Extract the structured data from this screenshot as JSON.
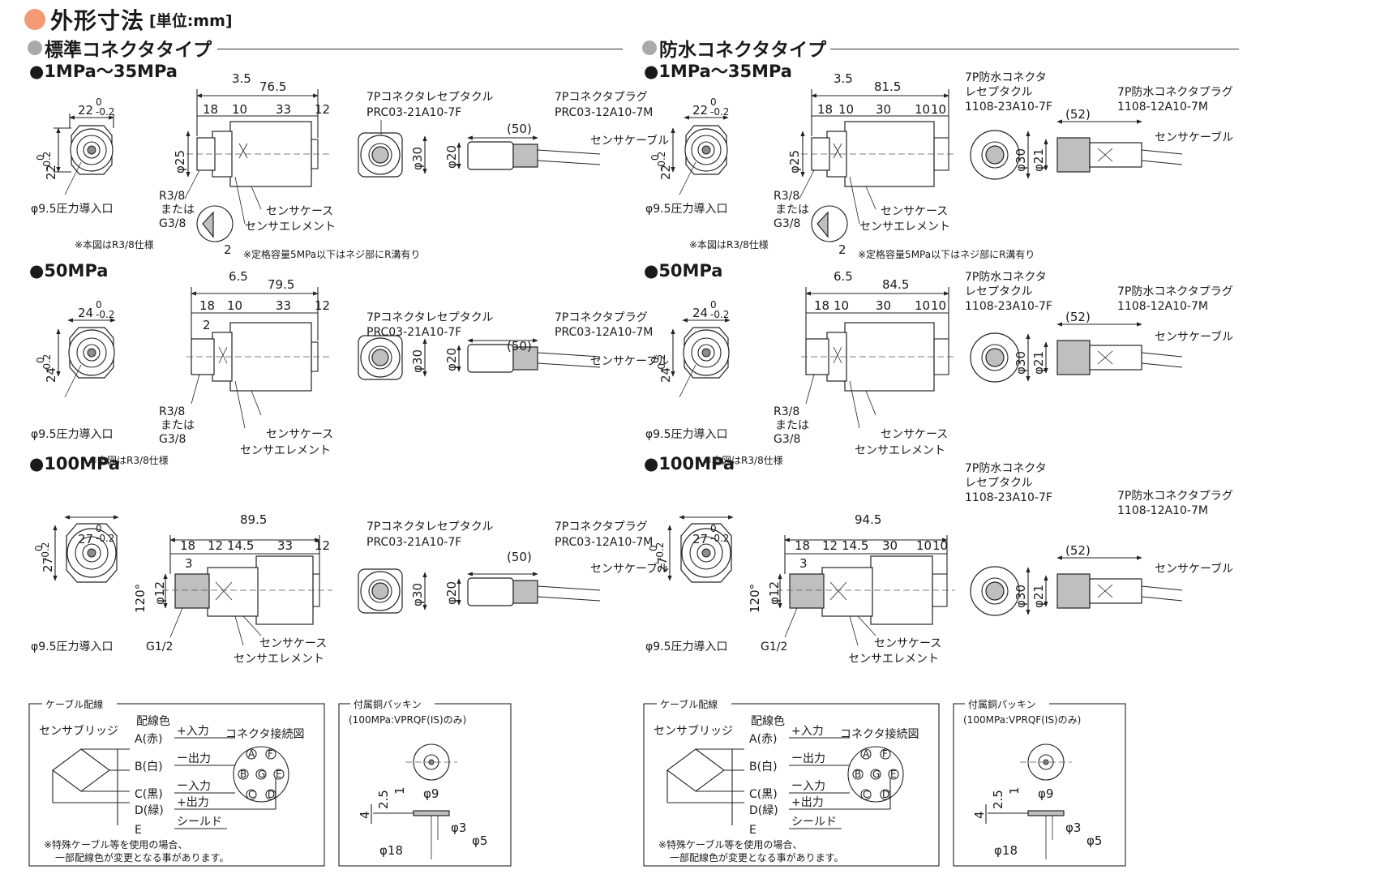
{
  "header": {
    "title": "外形寸法",
    "unit": "[単位:mm]",
    "accent_color": "#f29a76",
    "section_dot_color": "#aaaaaa"
  },
  "panels": [
    {
      "title": "標準コネクタタイプ",
      "rows": [
        {
          "range": "●1MPa～35MPa",
          "hex_label": "22",
          "tol_top": "0",
          "tol_bottom": "-0.2",
          "total": "76.5",
          "step": "3.5",
          "segments": [
            "18",
            "10",
            "33",
            "12"
          ],
          "body_dia": "φ25",
          "port": "φ9.5圧力導入口",
          "thread": [
            "R3/8",
            "または",
            "G3/8"
          ],
          "case": "センサケース",
          "element": "センサエレメント",
          "note1": "※本図はR3/8仕様",
          "note2": "※定格容量5MPa以下はネジ部にR溝有り",
          "groove": "2",
          "receptacle": [
            "7Pコネクタレセプタクル",
            "PRC03-21A10-7F"
          ],
          "rec_dia": "φ30",
          "plug": [
            "7Pコネクタプラグ",
            "PRC03-12A10-7M"
          ],
          "plug_dia": "φ20",
          "plug_len": "(50)",
          "cable": "センサケーブル"
        },
        {
          "range": "●50MPa",
          "hex_label": "24",
          "tol_top": "0",
          "tol_bottom": "-0.2",
          "total": "79.5",
          "step": "6.5",
          "segments": [
            "18",
            "10",
            "33",
            "12"
          ],
          "extra": "2",
          "body_dia": "",
          "port": "φ9.5圧力導入口",
          "thread": [
            "R3/8",
            "または",
            "G3/8"
          ],
          "case": "センサケース",
          "element": "センサエレメント",
          "note1": "※本図はR3/8仕様",
          "note2": "",
          "groove": "",
          "receptacle": [
            "7Pコネクタレセプタクル",
            "PRC03-21A10-7F"
          ],
          "rec_dia": "φ30",
          "plug": [
            "7Pコネクタプラグ",
            "PRC03-12A10-7M"
          ],
          "plug_dia": "φ20",
          "plug_len": "(50)",
          "cable": "センサケーブル"
        },
        {
          "range": "●100MPa",
          "hex_label": "27",
          "tol_top": "0",
          "tol_bottom": "-0.2",
          "total": "89.5",
          "step": "",
          "segments": [
            "18",
            "12",
            "14.5",
            "33",
            "12"
          ],
          "extra": "3",
          "body_dia": "φ12",
          "angle": "120°",
          "port": "φ9.5圧力導入口",
          "thread": [
            "G1/2"
          ],
          "case": "センサケース",
          "element": "センサエレメント",
          "note1": "",
          "note2": "",
          "groove": "",
          "receptacle": [
            "7Pコネクタレセプタクル",
            "PRC03-21A10-7F"
          ],
          "rec_dia": "φ30",
          "plug": [
            "7Pコネクタプラグ",
            "PRC03-12A10-7M"
          ],
          "plug_dia": "φ20",
          "plug_len": "(50)",
          "cable": "センサケーブル"
        }
      ]
    },
    {
      "title": "防水コネクタタイプ",
      "rows": [
        {
          "range": "●1MPa～35MPa",
          "hex_label": "22",
          "tol_top": "0",
          "tol_bottom": "-0.2",
          "total": "81.5",
          "step": "3.5",
          "segments": [
            "18",
            "10",
            "30",
            "10",
            "10"
          ],
          "body_dia": "φ25",
          "port": "φ9.5圧力導入口",
          "thread": [
            "R3/8",
            "または",
            "G3/8"
          ],
          "case": "センサケース",
          "element": "センサエレメント",
          "note1": "※本図はR3/8仕様",
          "note2": "※定格容量5MPa以下はネジ部にR溝有り",
          "groove": "2",
          "receptacle": [
            "7P防水コネクタ",
            "レセプタクル",
            "1108-23A10-7F"
          ],
          "rec_dia": "φ30",
          "plug": [
            "7P防水コネクタプラグ",
            "1108-12A10-7M"
          ],
          "plug_dia": "φ21",
          "plug_len": "(52)",
          "cable": "センサケーブル"
        },
        {
          "range": "●50MPa",
          "hex_label": "24",
          "tol_top": "0",
          "tol_bottom": "-0.2",
          "total": "84.5",
          "step": "6.5",
          "segments": [
            "18",
            "10",
            "30",
            "10",
            "10"
          ],
          "extra": "",
          "body_dia": "",
          "port": "φ9.5圧力導入口",
          "thread": [
            "R3/8",
            "または",
            "G3/8"
          ],
          "case": "センサケース",
          "element": "センサエレメント",
          "note1": "※本図はR3/8仕様",
          "note2": "",
          "groove": "",
          "receptacle": [
            "7P防水コネクタ",
            "レセプタクル",
            "1108-23A10-7F"
          ],
          "rec_dia": "φ30",
          "plug": [
            "7P防水コネクタプラグ",
            "1108-12A10-7M"
          ],
          "plug_dia": "φ21",
          "plug_len": "(52)",
          "cable": "センサケーブル"
        },
        {
          "range": "●100MPa",
          "hex_label": "27",
          "tol_top": "0",
          "tol_bottom": "-0.2",
          "total": "94.5",
          "step": "",
          "segments": [
            "18",
            "12",
            "14.5",
            "30",
            "10",
            "10"
          ],
          "extra": "3",
          "body_dia": "φ12",
          "angle": "120°",
          "port": "φ9.5圧力導入口",
          "thread": [
            "G1/2"
          ],
          "case": "センサケース",
          "element": "センサエレメント",
          "note1": "",
          "note2": "",
          "groove": "",
          "receptacle": [
            "7P防水コネクタ",
            "レセプタクル",
            "1108-23A10-7F"
          ],
          "rec_dia": "φ30",
          "plug": [
            "7P防水コネクタプラグ",
            "1108-12A10-7M"
          ],
          "plug_dia": "φ21",
          "plug_len": "(52)",
          "cable": "センサケーブル"
        }
      ]
    }
  ],
  "wiring": {
    "title": "ケーブル配線",
    "bridge": "センサブリッジ",
    "color_header": "配線色",
    "connector_diagram": "コネクタ接続図",
    "wires": [
      {
        "code": "A(赤)",
        "signal": "+入力"
      },
      {
        "code": "B(白)",
        "signal": "ー出力"
      },
      {
        "code": "C(黒)",
        "signal": "ー入力"
      },
      {
        "code": "D(緑)",
        "signal": "+出力"
      },
      {
        "code": "E",
        "signal": "シールド"
      }
    ],
    "pins": [
      "A",
      "B",
      "C",
      "D",
      "E",
      "F",
      "G"
    ],
    "note": [
      "※特殊ケーブル等を使用の場合、",
      "一部配線色が変更となる事があります。"
    ]
  },
  "packing": {
    "title": "付属銅パッキン",
    "subtitle": "(100MPa:VPRQF(IS)のみ)",
    "dims": {
      "thickness": "4",
      "step1": "2.5",
      "step2": "1",
      "d_out": "φ18",
      "d_mid": "φ9",
      "d_in": "φ3",
      "d_in2": "φ5"
    }
  }
}
